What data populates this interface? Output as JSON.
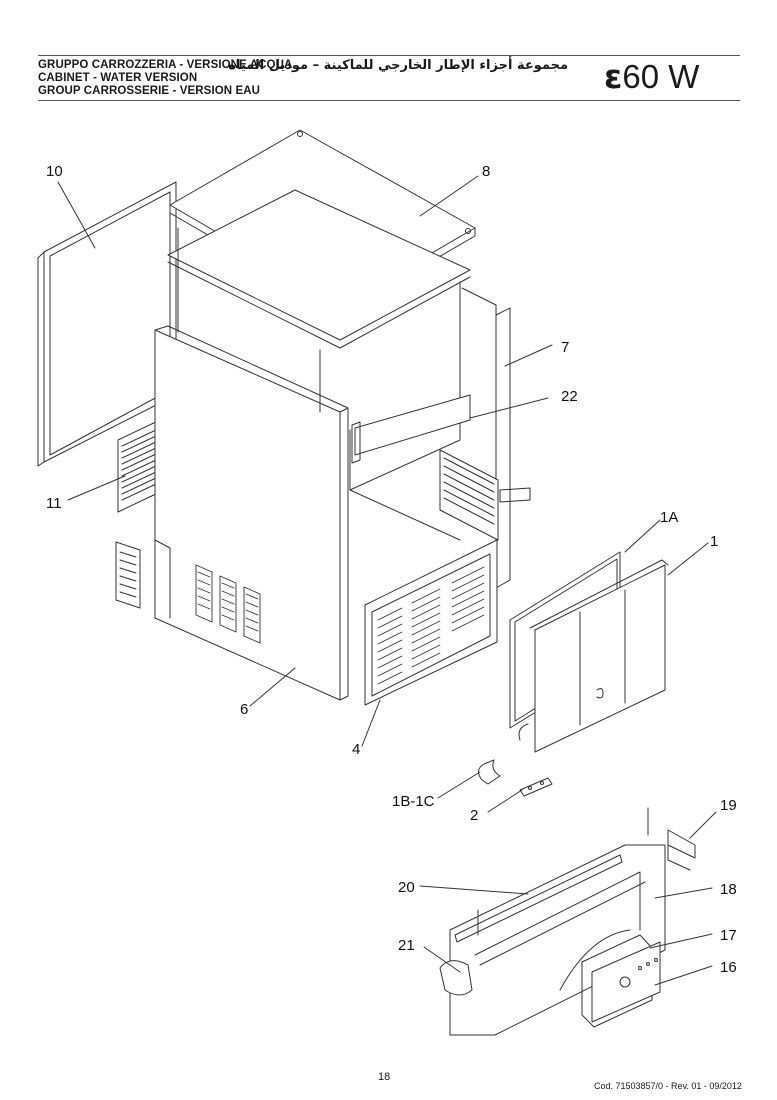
{
  "header": {
    "title_it": "GRUPPO CARROZZERIA - VERSIONE ACQUA",
    "title_en": "CABINET - WATER VERSION",
    "title_fr": "GROUP CARROSSERIE - VERSION EAU",
    "title_ar": "مجموعة أجزاء الإطار الخارجي للماكينة – موديل المياه",
    "model_logo": "ε",
    "model_name": "60 W"
  },
  "callouts": [
    "10",
    "8",
    "7",
    "22",
    "11",
    "1A",
    "1",
    "6",
    "4",
    "1B-1C",
    "2",
    "19",
    "20",
    "18",
    "17",
    "21",
    "16"
  ],
  "footer": {
    "page_number": "18",
    "doc_code": "Cod. 71503857/0 - Rev. 01 - 09/2012"
  }
}
